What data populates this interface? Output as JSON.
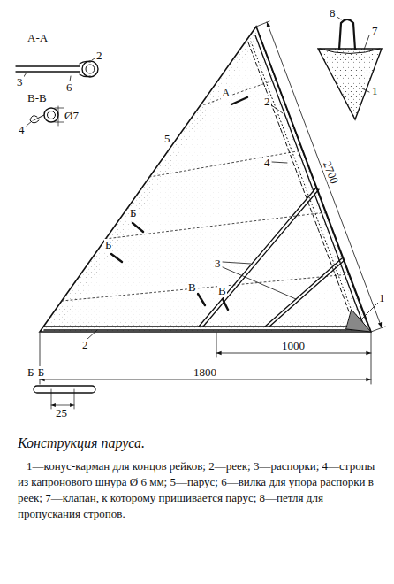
{
  "diagram": {
    "title": "Конструкция паруса.",
    "caption": "1—конус-карман для концов рейков; 2—реек; 3—распорки; 4—стропы из капронового шнура Ø 6 мм; 5—парус; 6—вилка для упора распорки в реек; 7—клапан, к которому пришивается парус; 8—петля для пропускания стропов.",
    "labels": [
      "А-А",
      "2",
      "3",
      "6",
      "В-В",
      "4",
      "Ø7",
      "8",
      "7",
      "1",
      "5",
      "А",
      "4",
      "2700",
      "2",
      "Б",
      "Б",
      "В",
      "В",
      "3",
      "1",
      "2",
      "Б-Б",
      "25",
      "1000",
      "1800"
    ]
  }
}
